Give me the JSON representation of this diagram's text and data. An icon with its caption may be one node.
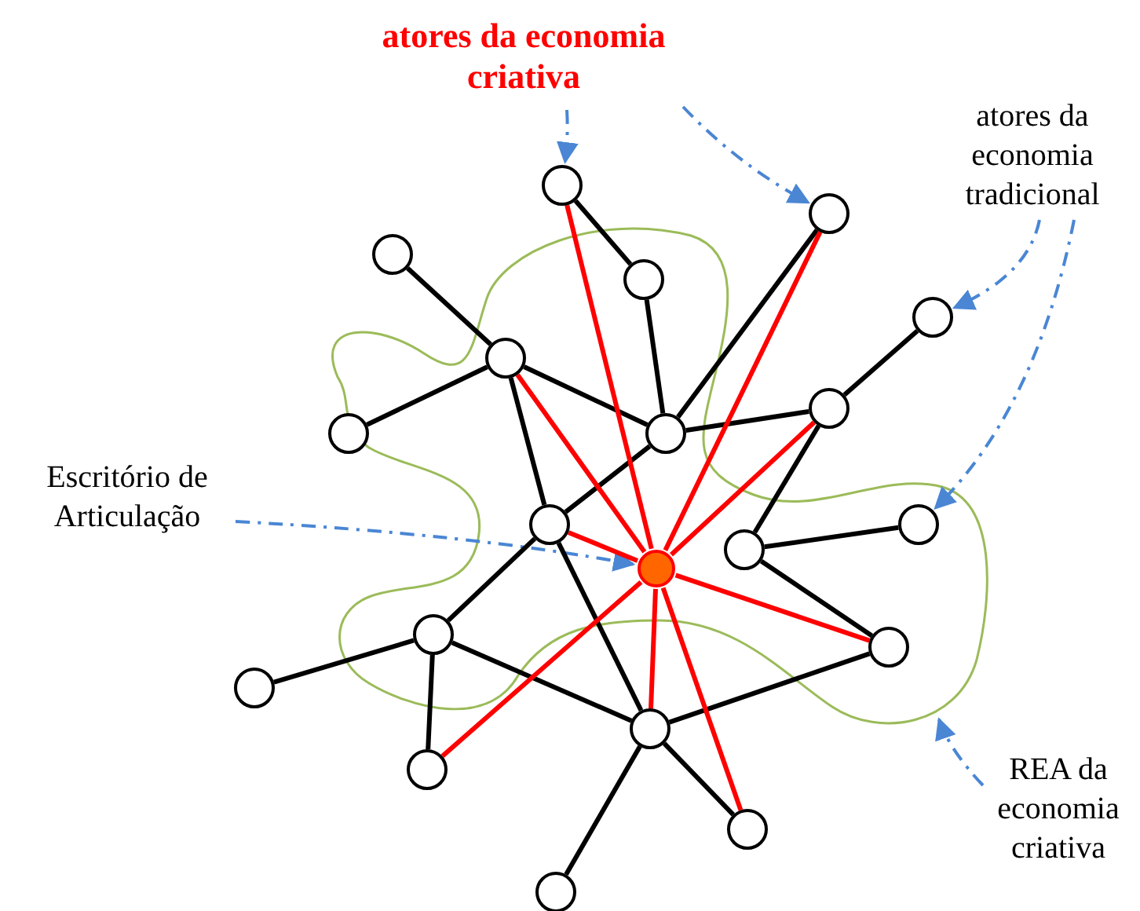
{
  "diagram": {
    "nodes": [
      {
        "text": [
          "atores da economia criativa"
        ]
      },
      {
        "text": [
          "atores da economia tradicional"
        ]
      },
      {
        "text": [
          "Escritório de Articulação"
        ]
      },
      {
        "text": [
          "REA da economia criativa"
        ]
      },
      {
        "text": [],
        "shape": "circle"
      },
      {
        "text": [],
        "shape": "circle"
      },
      {
        "text": [],
        "shape": "circle"
      },
      {
        "text": [],
        "shape": "circle"
      },
      {
        "text": [],
        "shape": "circle"
      },
      {
        "text": [],
        "shape": "circle"
      },
      {
        "text": [],
        "shape": "circle"
      },
      {
        "text": [],
        "shape": "circle"
      },
      {
        "text": [],
        "shape": "circle"
      },
      {
        "text": [],
        "shape": "circle"
      },
      {
        "text": [],
        "shape": "circle"
      },
      {
        "text": [],
        "shape": "circle"
      },
      {
        "text": [],
        "shape": "circle"
      },
      {
        "text": [],
        "shape": "circle"
      },
      {
        "text": [],
        "shape": "circle"
      },
      {
        "text": [],
        "shape": "circle"
      },
      {
        "text": [],
        "shape": "circle"
      },
      {
        "text": [],
        "shape": "circle"
      },
      {
        "text": [],
        "shape": "circle"
      },
      {
        "text": [],
        "shape": "circle"
      }
    ],
    "edges": [
      {
        "from": 0,
        "to": 4,
        "arrow": "to",
        "style": "dashed",
        "color": "#4a86d4"
      },
      {
        "from": 0,
        "to": 5,
        "arrow": "to",
        "style": "dashed",
        "color": "#4a86d4"
      },
      {
        "from": 1,
        "to": 8,
        "arrow": "to",
        "style": "dashed",
        "color": "#4a86d4"
      },
      {
        "from": 1,
        "to": 13,
        "arrow": "to",
        "style": "dashed",
        "color": "#4a86d4"
      },
      {
        "from": 2,
        "to": 16,
        "arrow": "to",
        "style": "dashed",
        "color": "#4a86d4"
      },
      {
        "from": 3,
        "to": null,
        "arrow": "to",
        "style": "dashed",
        "color": "#4a86d4"
      },
      {
        "from": 4,
        "to": 7,
        "arrow": "none"
      },
      {
        "from": 7,
        "to": 12,
        "arrow": "none"
      },
      {
        "from": 6,
        "to": 9,
        "arrow": "none"
      },
      {
        "from": 9,
        "to": 11,
        "arrow": "none"
      },
      {
        "from": 9,
        "to": 12,
        "arrow": "none"
      },
      {
        "from": 5,
        "to": 12,
        "arrow": "none"
      },
      {
        "from": 12,
        "to": 10,
        "arrow": "none"
      },
      {
        "from": 10,
        "to": 8,
        "arrow": "none"
      },
      {
        "from": 10,
        "to": 15,
        "arrow": "none"
      },
      {
        "from": 12,
        "to": 14,
        "arrow": "none"
      },
      {
        "from": 9,
        "to": 14,
        "arrow": "none"
      },
      {
        "from": 14,
        "to": 20,
        "arrow": "none"
      },
      {
        "from": 14,
        "to": 17,
        "arrow": "none"
      },
      {
        "from": 17,
        "to": 19,
        "arrow": "none"
      },
      {
        "from": 17,
        "to": 21,
        "arrow": "none"
      },
      {
        "from": 17,
        "to": 20,
        "arrow": "none"
      },
      {
        "from": 15,
        "to": 13,
        "arrow": "none"
      },
      {
        "from": 15,
        "to": 18,
        "arrow": "none"
      },
      {
        "from": 20,
        "to": 18,
        "arrow": "none"
      },
      {
        "from": 20,
        "to": 22,
        "arrow": "none"
      },
      {
        "from": 20,
        "to": 23,
        "arrow": "none"
      },
      {
        "from": 16,
        "to": 4,
        "arrow": "none",
        "color": "#ff0000"
      },
      {
        "from": 16,
        "to": 9,
        "arrow": "none",
        "color": "#ff0000"
      },
      {
        "from": 16,
        "to": 5,
        "arrow": "none",
        "color": "#ff0000"
      },
      {
        "from": 16,
        "to": 10,
        "arrow": "none",
        "color": "#ff0000"
      },
      {
        "from": 16,
        "to": 14,
        "arrow": "none",
        "color": "#ff0000"
      },
      {
        "from": 16,
        "to": 18,
        "arrow": "none",
        "color": "#ff0000"
      },
      {
        "from": 16,
        "to": 21,
        "arrow": "none",
        "color": "#ff0000"
      },
      {
        "from": 16,
        "to": 20,
        "arrow": "none",
        "color": "#ff0000"
      },
      {
        "from": 16,
        "to": 22,
        "arrow": "none",
        "color": "#ff0000"
      }
    ]
  }
}
